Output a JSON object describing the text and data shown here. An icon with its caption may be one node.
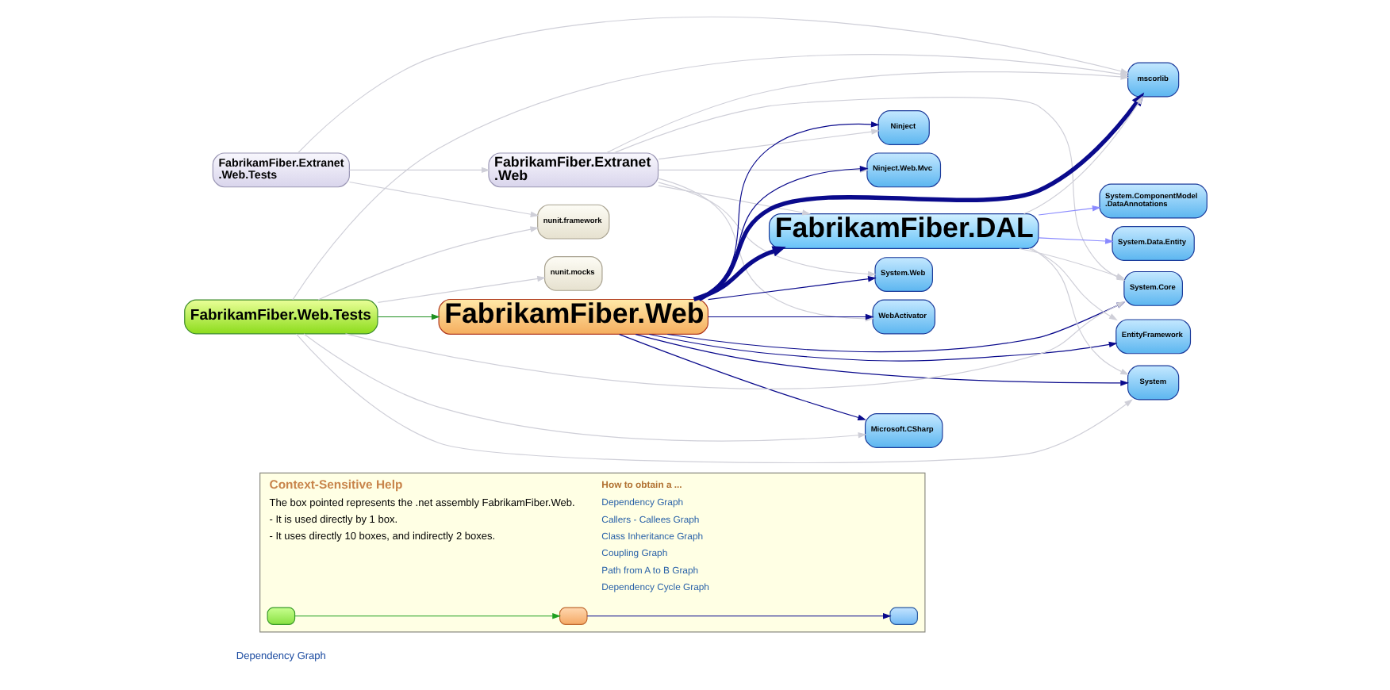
{
  "diagram": {
    "nodes": [
      {
        "text": [
          "FabrikamFiber.Extranet .Web.Tests"
        ]
      },
      {
        "text": [
          "FabrikamFiber.Extranet .Web"
        ]
      },
      {
        "text": [
          "mscorlib"
        ]
      },
      {
        "text": [
          "WebActivator"
        ]
      },
      {
        "text": [
          "Ninject.Web.Mvc"
        ]
      },
      {
        "text": [
          "Ninject"
        ]
      },
      {
        "text": [
          "System.Web"
        ]
      },
      {
        "text": [
          "nunit.framework"
        ]
      },
      {
        "text": [
          "nunit.mocks"
        ]
      },
      {
        "text": [
          "System.ComponentModel .DataAnnotations"
        ]
      },
      {
        "text": [
          "FabrikamFiber.Web"
        ]
      },
      {
        "text": [
          "FabrikamFiber.DAL"
        ]
      },
      {
        "text": [
          "System.Data.Entity"
        ]
      },
      {
        "text": [
          "System.Core"
        ]
      },
      {
        "text": [
          "System"
        ]
      },
      {
        "text": [
          "FabrikamFiber.Web.Tests"
        ]
      },
      {
        "text": [
          "EntityFramework"
        ]
      },
      {
        "text": [
          "Microsoft.CSharp"
        ]
      },
      {
        "text": [
          "Context-Sensitive Help",
          "The box pointed represents the .net assembly FabrikamFiber.Web.",
          "- It is used directly by 1 box.",
          "- It uses directly 10 boxes, and indirectly 2 boxes.",
          "How to obtain a ...",
          "Dependency Graph",
          "Callers - Callees Graph",
          "Class Inheritance Graph",
          "Coupling Graph",
          "Path from A to B Graph",
          "Dependency Cycle Graph"
        ]
      },
      {
        "text": [],
        "shape": "box",
        "in": 18
      },
      {
        "text": [],
        "shape": "box",
        "in": 18
      },
      {
        "text": [],
        "shape": "box",
        "in": 18
      }
    ],
    "edges": [
      {
        "from": 0,
        "to": 1,
        "arrow": "to"
      },
      {
        "from": 0,
        "to": 7,
        "arrow": "to"
      },
      {
        "from": 0,
        "to": 2,
        "arrow": "to"
      },
      {
        "from": 1,
        "to": 2,
        "arrow": "to"
      },
      {
        "from": 1,
        "to": 3,
        "arrow": "to"
      },
      {
        "from": 1,
        "to": 4,
        "arrow": "to"
      },
      {
        "from": 1,
        "to": 5,
        "arrow": "to"
      },
      {
        "from": 1,
        "to": 6,
        "arrow": "to"
      },
      {
        "from": 1,
        "to": 11,
        "arrow": "to"
      },
      {
        "from": 1,
        "to": 13,
        "arrow": "to"
      },
      {
        "from": 15,
        "to": 10,
        "arrow": "to",
        "color": "#209020"
      },
      {
        "from": 15,
        "to": 7,
        "arrow": "to"
      },
      {
        "from": 15,
        "to": 8,
        "arrow": "to"
      },
      {
        "from": 15,
        "to": 2,
        "arrow": "to"
      },
      {
        "from": 15,
        "to": 13,
        "arrow": "to"
      },
      {
        "from": 15,
        "to": 14,
        "arrow": "to"
      },
      {
        "from": 15,
        "to": 17,
        "arrow": "to"
      },
      {
        "from": 10,
        "to": 11,
        "arrow": "to",
        "style": "thick",
        "color": "#0a0a8c"
      },
      {
        "from": 10,
        "to": 2,
        "arrow": "to",
        "style": "thick",
        "color": "#0a0a8c"
      },
      {
        "from": 10,
        "to": 3,
        "arrow": "to",
        "color": "#0a0a8c"
      },
      {
        "from": 10,
        "to": 4,
        "arrow": "to",
        "color": "#0a0a8c"
      },
      {
        "from": 10,
        "to": 5,
        "arrow": "to",
        "color": "#0a0a8c"
      },
      {
        "from": 10,
        "to": 6,
        "arrow": "to",
        "color": "#0a0a8c"
      },
      {
        "from": 10,
        "to": 13,
        "arrow": "to",
        "color": "#0a0a8c"
      },
      {
        "from": 10,
        "to": 14,
        "arrow": "to",
        "color": "#0a0a8c"
      },
      {
        "from": 10,
        "to": 16,
        "arrow": "to",
        "color": "#0a0a8c"
      },
      {
        "from": 10,
        "to": 17,
        "arrow": "to",
        "color": "#0a0a8c"
      },
      {
        "from": 11,
        "to": 9,
        "arrow": "to",
        "color": "#8a8aff"
      },
      {
        "from": 11,
        "to": 12,
        "arrow": "to",
        "color": "#8a8aff"
      },
      {
        "from": 11,
        "to": 2,
        "arrow": "to"
      },
      {
        "from": 11,
        "to": 13,
        "arrow": "to"
      },
      {
        "from": 11,
        "to": 14,
        "arrow": "to"
      },
      {
        "from": 11,
        "to": 16,
        "arrow": "to"
      },
      {
        "from": 19,
        "to": 20,
        "arrow": "to",
        "color": "#20a020"
      },
      {
        "from": 20,
        "to": 21,
        "arrow": "to",
        "color": "#0a0a8c"
      }
    ],
    "labels": [
      "Dependency Graph"
    ]
  }
}
